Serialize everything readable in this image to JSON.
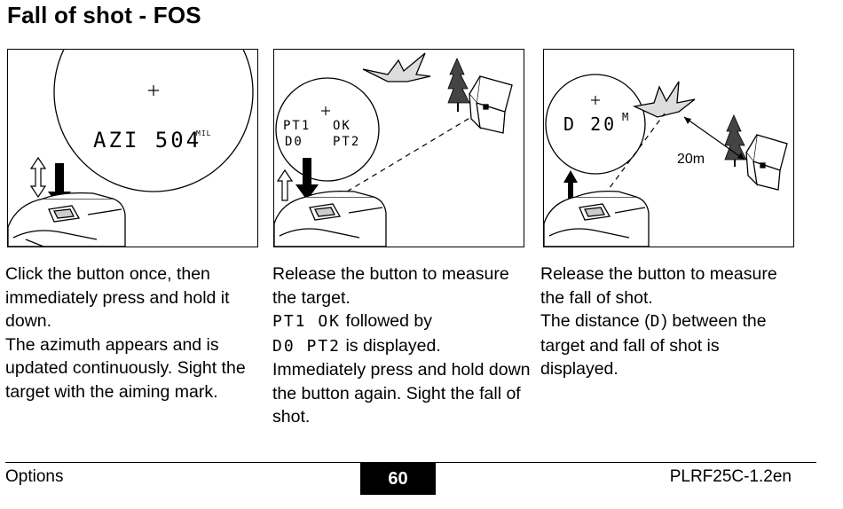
{
  "page_title": "Fall of shot - FOS",
  "panels": [
    {
      "display_line1": "AZI 504",
      "display_unit": "MIL"
    },
    {
      "display_line1a": "PT1",
      "display_line1b": "OK",
      "display_line2a": "D0",
      "display_line2b": "PT2"
    },
    {
      "display_value": "D 20",
      "display_unit": "M",
      "distance_label": "20m"
    }
  ],
  "columns": [
    {
      "text_1": "Click the button once, then immediately press and hold it down.",
      "text_2": "The azimuth appears and is updated continuously. Sight the target with the aiming mark."
    },
    {
      "text_1": "Release the button to measure the target.",
      "lcd_1": "PT1 OK",
      "text_2": " followed by",
      "lcd_2": "D0 PT2",
      "text_3": " is displayed.",
      "text_4": "Immediately press and hold down the button again. Sight the fall of shot."
    },
    {
      "text_1": "Release the button to measure the fall of shot.",
      "text_2a": "The distance (",
      "lcd_1": "D",
      "text_2b": ") between the target and fall of shot is displayed."
    }
  ],
  "footer": {
    "left": "Options",
    "page_number": "60",
    "right": "PLRF25C-1.2en"
  }
}
